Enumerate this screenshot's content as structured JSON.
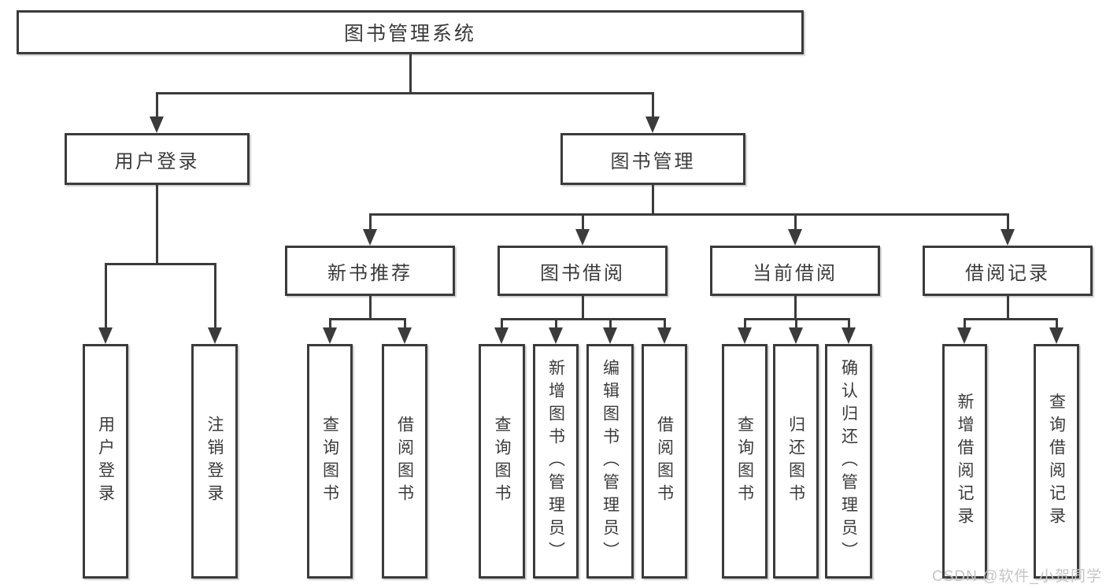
{
  "diagram_type": "hierarchy-tree",
  "tree": {
    "root": {
      "label": "图书管理系统",
      "children": [
        {
          "label": "用户登录",
          "children": [
            {
              "label": "用户登录"
            },
            {
              "label": "注销登录"
            }
          ]
        },
        {
          "label": "图书管理",
          "children": [
            {
              "label": "新书推荐",
              "children": [
                {
                  "label": "查询图书"
                },
                {
                  "label": "借阅图书"
                }
              ]
            },
            {
              "label": "图书借阅",
              "children": [
                {
                  "label": "查询图书"
                },
                {
                  "label": "新增图书（管理员）"
                },
                {
                  "label": "编辑图书（管理员）"
                },
                {
                  "label": "借阅图书"
                }
              ]
            },
            {
              "label": "当前借阅",
              "children": [
                {
                  "label": "查询图书"
                },
                {
                  "label": "归还图书"
                },
                {
                  "label": "确认归还（管理员）"
                }
              ]
            },
            {
              "label": "借阅记录",
              "children": [
                {
                  "label": "新增借阅记录"
                },
                {
                  "label": "查询借阅记录"
                }
              ]
            }
          ]
        }
      ]
    }
  },
  "watermark": {
    "text": "CSDN @软件_小贺同学"
  }
}
